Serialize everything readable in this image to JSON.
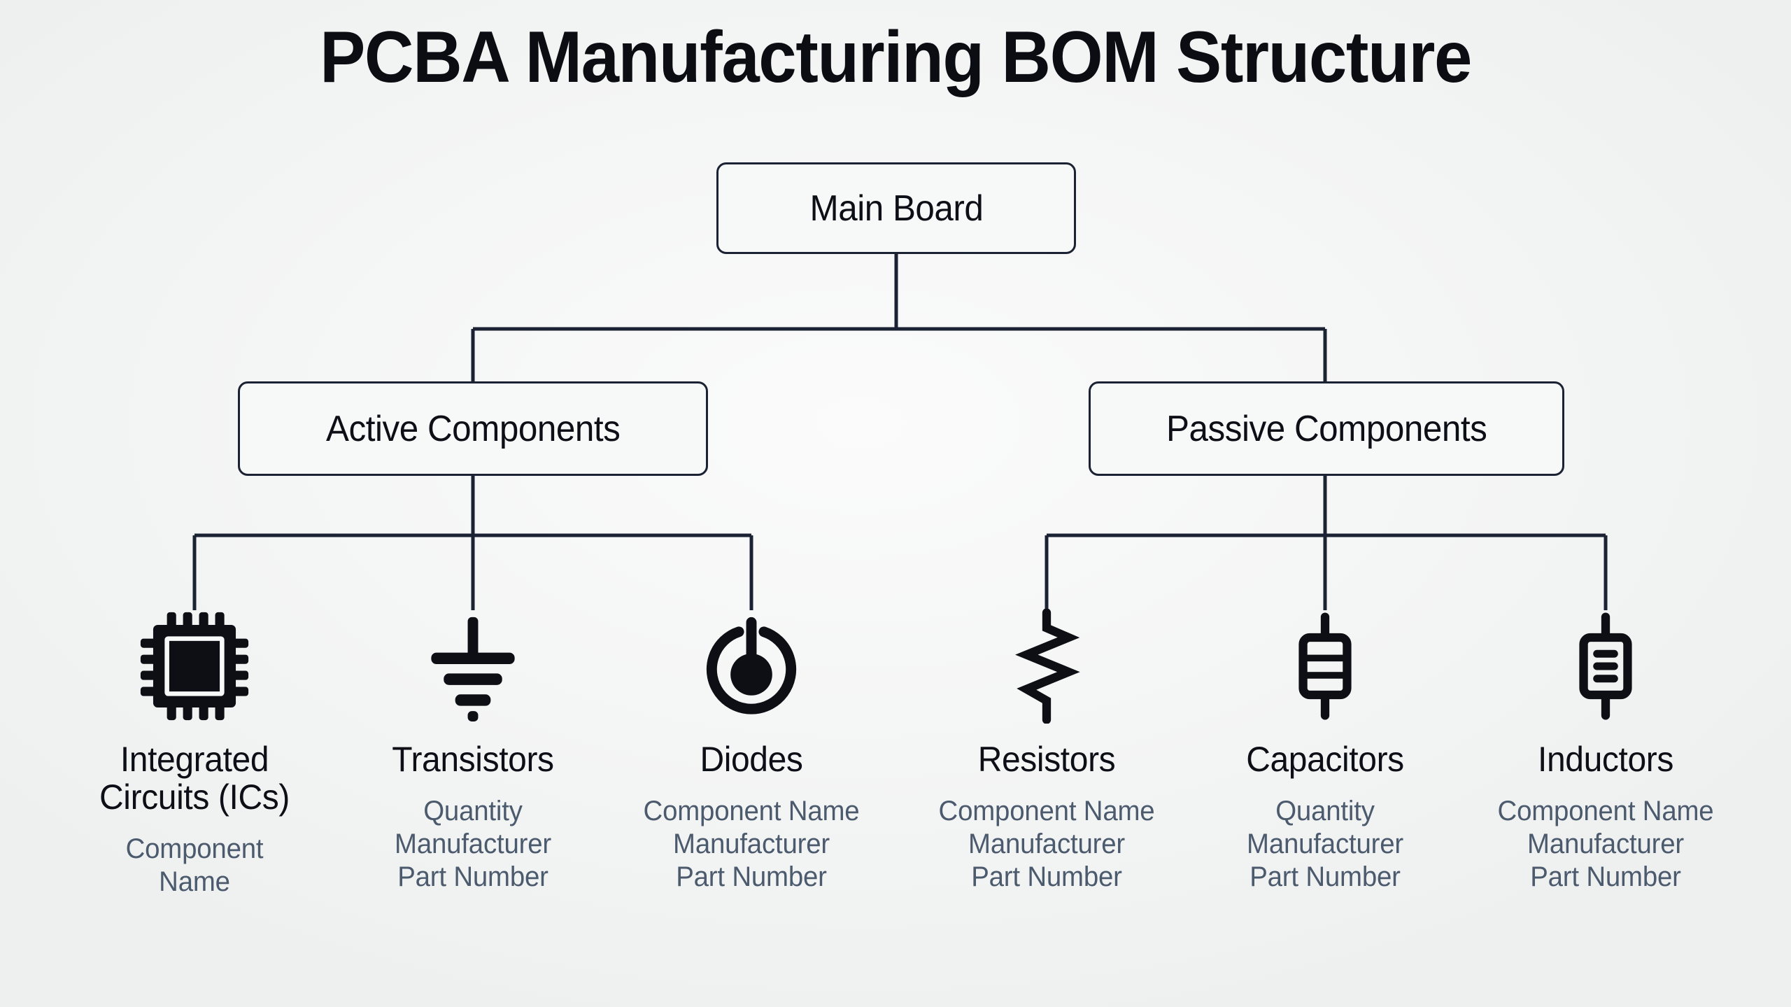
{
  "title": "PCBA Manufacturing BOM Structure",
  "colors": {
    "background": "#f4f5f5",
    "line": "#1b2233",
    "box_border": "#1b2233",
    "box_fill": "#f7f8f8",
    "title_text": "#0b0d12",
    "node_text": "#0c0f16",
    "field_text": "#4c5a6e",
    "icon": "#0d0f14"
  },
  "diagram": {
    "type": "tree",
    "root": {
      "label": "Main Board",
      "icon": null
    },
    "branches": [
      {
        "label": "Active Components"
      },
      {
        "label": "Passive Components"
      }
    ],
    "leaves": [
      {
        "label": "Integrated Circuits (ICs)",
        "label_lines": [
          "Integrated",
          "Circuits (ICs)"
        ],
        "icon": "ic-chip-icon",
        "parent": "Active Components",
        "fields": [
          "Component",
          "Name"
        ],
        "fields_flat": [
          "Component Name"
        ]
      },
      {
        "label": "Transistors",
        "label_lines": [
          "Transistors"
        ],
        "icon": "ground-symbol-icon",
        "parent": "Active Components",
        "fields": [
          "Quantity",
          "Manufacturer",
          "Part Number"
        ],
        "fields_flat": [
          "Quantity",
          "Manufacturer",
          "Part Number"
        ]
      },
      {
        "label": "Diodes",
        "label_lines": [
          "Diodes"
        ],
        "icon": "diode-circle-icon",
        "parent": "Active Components",
        "fields": [
          "Component Name",
          "Manufacturer",
          "Part Number"
        ],
        "fields_flat": [
          "Component Name",
          "Manufacturer",
          "Part Number"
        ]
      },
      {
        "label": "Resistors",
        "label_lines": [
          "Resistors"
        ],
        "icon": "resistor-zigzag-icon",
        "parent": "Passive Components",
        "fields": [
          "Component Name",
          "Manufacturer",
          "Part Number"
        ],
        "fields_flat": [
          "Component Name",
          "Manufacturer",
          "Part Number"
        ]
      },
      {
        "label": "Capacitors",
        "label_lines": [
          "Capacitors"
        ],
        "icon": "capacitor-icon",
        "parent": "Passive Components",
        "fields": [
          "Quantity",
          "Manufacturer",
          "Part Number"
        ],
        "fields_flat": [
          "Quantity",
          "Manufacturer",
          "Part Number"
        ]
      },
      {
        "label": "Inductors",
        "label_lines": [
          "Inductors"
        ],
        "icon": "inductor-icon",
        "parent": "Passive Components",
        "fields": [
          "Component Name",
          "Manufacturer",
          "Part Number"
        ],
        "fields_flat": [
          "Component Name",
          "Manufacturer",
          "Part Number"
        ]
      }
    ]
  },
  "leaf_labels": {
    "ic_line1": "Integrated",
    "ic_line2": "Circuits (ICs)",
    "transistors": "Transistors",
    "diodes": "Diodes",
    "resistors": "Resistors",
    "capacitors": "Capacitors",
    "inductors": "Inductors"
  },
  "leaf_fields": {
    "ic": {
      "l1": "Component",
      "l2": "Name"
    },
    "transistors": {
      "l1": "Quantity",
      "l2": "Manufacturer",
      "l3": "Part Number"
    },
    "diodes": {
      "l1": "Component Name",
      "l2": "Manufacturer",
      "l3": "Part Number"
    },
    "resistors": {
      "l1": "Component Name",
      "l2": "Manufacturer",
      "l3": "Part Number"
    },
    "capacitors": {
      "l1": "Quantity",
      "l2": "Manufacturer",
      "l3": "Part Number"
    },
    "inductors": {
      "l1": "Component Name",
      "l2": "Manufacturer",
      "l3": "Part Number"
    }
  }
}
